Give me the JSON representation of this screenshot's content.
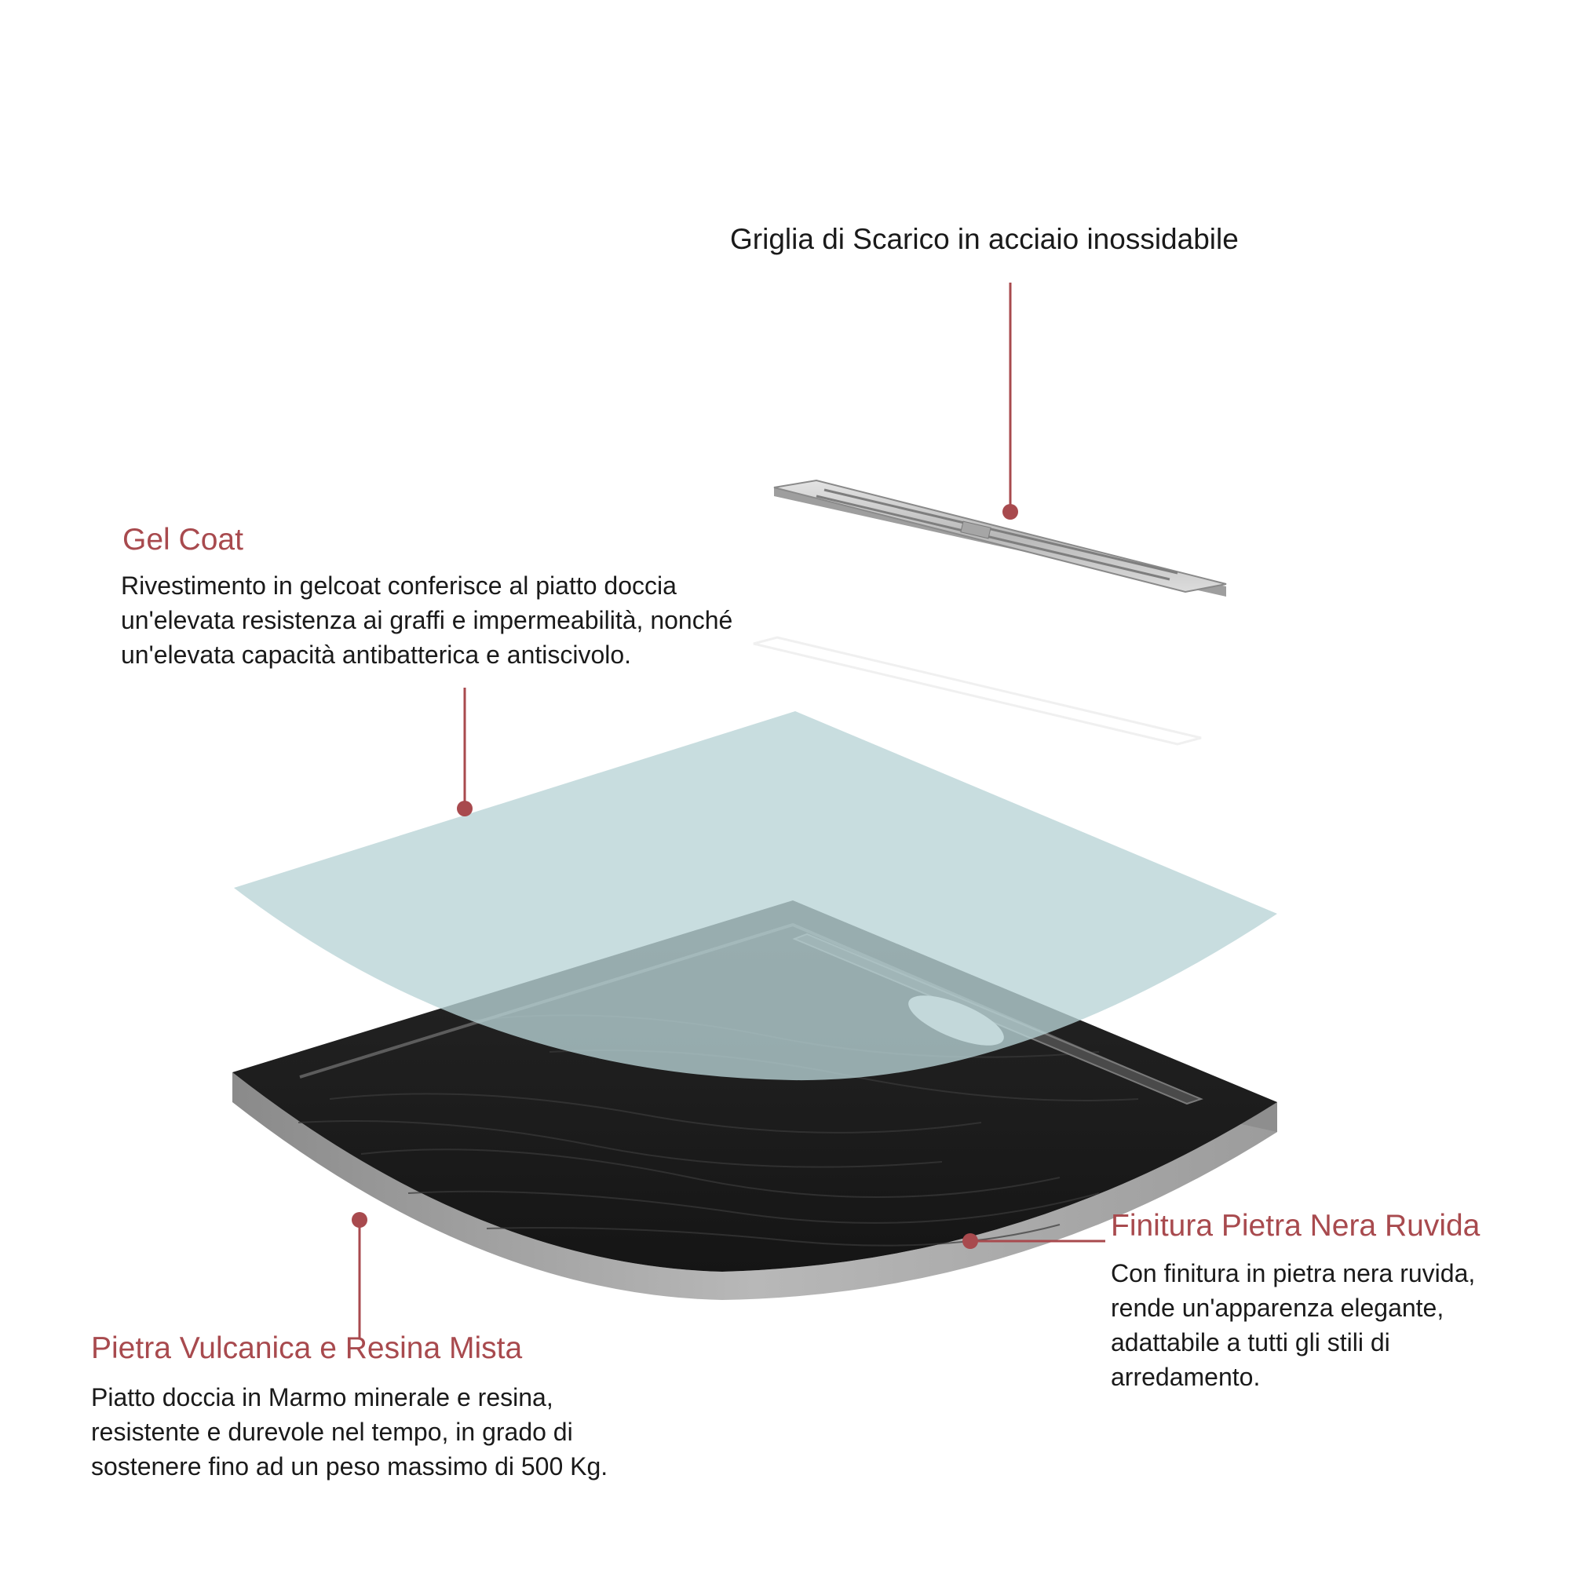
{
  "drain": {
    "title": "Griglia di Scarico in acciaio inossidabile"
  },
  "gelcoat": {
    "title": "Gel Coat",
    "lines": [
      "Rivestimento in gelcoat conferisce al piatto doccia",
      "un'elevata resistenza ai graffi e impermeabilità, nonché",
      "un'elevata capacità antibatterica e antiscivolo."
    ]
  },
  "finitura": {
    "title": "Finitura Pietra Nera Ruvida",
    "lines": [
      "Con finitura in pietra nera ruvida,",
      "rende un'apparenza elegante,",
      "adattabile a tutti gli stili di",
      "arredamento."
    ]
  },
  "pietra": {
    "title": "Pietra Vulcanica e Resina Mista",
    "lines": [
      "Piatto doccia in Marmo minerale e resina,",
      "resistente e durevole nel tempo, in grado di",
      "sostenere fino ad un peso massimo di 500 Kg."
    ]
  },
  "colors": {
    "accent": "#a84a4e",
    "gelcoat_layer": "#b9d3d6",
    "tray_surface": "#1c1c1c",
    "tray_edge": "#9a9a9a",
    "steel": "#c8c8c8"
  }
}
